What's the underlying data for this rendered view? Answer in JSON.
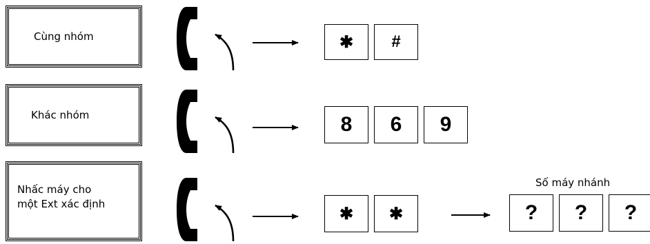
{
  "rows": [
    {
      "label_lines": [
        "Cùng nhóm"
      ],
      "keys": [
        "✱",
        "#"
      ]
    },
    {
      "label_lines": [
        "Khác nhóm"
      ],
      "keys": [
        "8",
        "6",
        "9"
      ]
    },
    {
      "label_lines": [
        "Nhấc máy cho",
        "một Ext xác định"
      ],
      "keys": [
        "✱",
        "✱"
      ]
    }
  ],
  "extension": {
    "caption": "Số máy nhánh",
    "keys": [
      "?",
      "?",
      "?"
    ]
  },
  "icons": {
    "handset": "phone-handset-icon",
    "lift_arrow": "curved-arrow-icon",
    "flow_arrow": "right-arrow-icon"
  }
}
